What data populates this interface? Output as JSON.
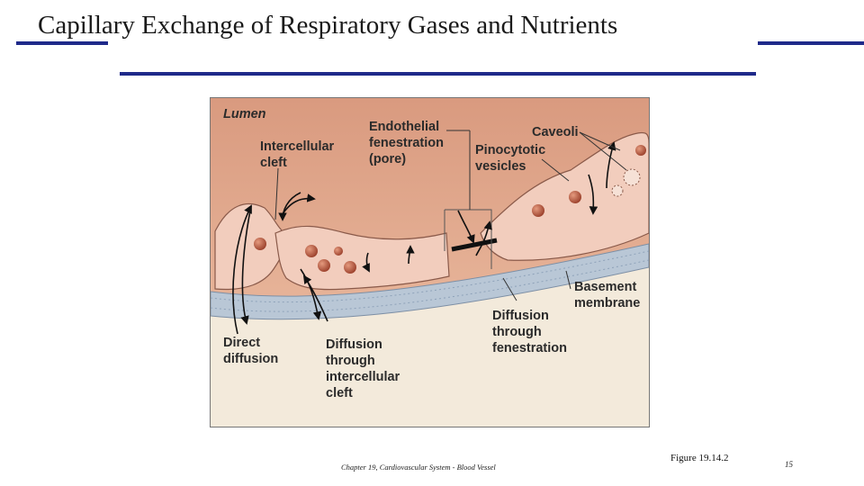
{
  "slide": {
    "title": "Capillary Exchange of Respiratory Gases and Nutrients",
    "footer": "Chapter 19, Cardiovascular System - Blood Vessel",
    "figure_ref": "Figure 19.14.2",
    "page_number": "15",
    "accent_color": "#1f2a8a"
  },
  "figure": {
    "labels": {
      "lumen": "Lumen",
      "intercellular_cleft": [
        "Intercellular",
        "cleft"
      ],
      "endothelial_fenestration": [
        "Endothelial",
        "fenestration",
        "(pore)"
      ],
      "caveoli": "Caveoli",
      "pinocytotic_vesicles": [
        "Pinocytotic",
        "vesicles"
      ],
      "basement_membrane": [
        "Basement",
        "membrane"
      ],
      "direct_diffusion": [
        "Direct",
        "diffusion"
      ],
      "diffusion_cleft": [
        "Diffusion",
        "through",
        "intercellular",
        "cleft"
      ],
      "diffusion_fenestration": [
        "Diffusion",
        "through",
        "fenestration"
      ]
    }
  }
}
